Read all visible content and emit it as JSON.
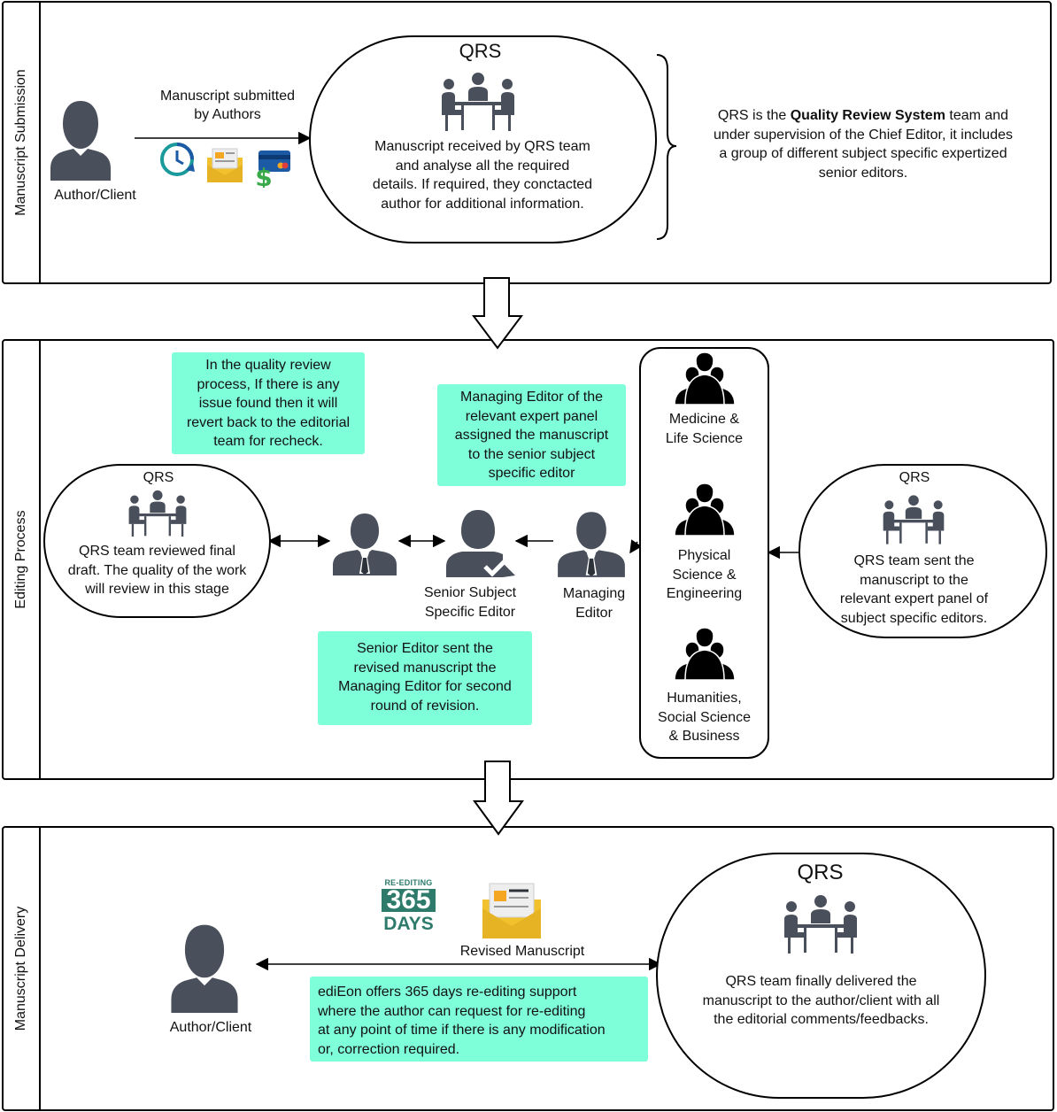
{
  "lanes": {
    "submission": "Manuscript Submission",
    "editing": "Editing Process",
    "delivery": "Manuscript Delivery"
  },
  "submission": {
    "author_label": "Author/Client",
    "arrow_label_1": "Manuscript submitted",
    "arrow_label_2": "by Authors",
    "qrs_title": "QRS",
    "qrs_text": [
      "Manuscript received by QRS team",
      "and analyse all the required",
      "details. If required, they conctacted",
      "author for additional information."
    ],
    "brace_text_pre": "QRS is the ",
    "brace_text_bold": "Quality Review System",
    "brace_text_post": " team and",
    "brace_text_lines": [
      "under supervision of the Chief Editor, it includes",
      "a group of different subject specific expertized",
      "senior editors."
    ]
  },
  "editing": {
    "note_quality": [
      "In the quality review",
      "process, If there is any",
      "issue found then it will",
      "revert back to the editorial",
      "team for recheck."
    ],
    "note_managing": [
      "Managing Editor of the",
      "relevant expert panel",
      "assigned the manuscript",
      "to the senior subject",
      "specific editor"
    ],
    "note_senior": [
      "Senior Editor sent the",
      "revised manuscript the",
      "Managing Editor for second",
      "round of revision."
    ],
    "qrs_left_title": "QRS",
    "qrs_left_text": [
      "QRS team reviewed final",
      "draft. The quality of the work",
      "will review in this stage"
    ],
    "senior_label": [
      "Senior Subject",
      "Specific Editor"
    ],
    "managing_label": [
      "Managing",
      "Editor"
    ],
    "panels": [
      {
        "lines": [
          "Medicine &",
          "Life Science"
        ]
      },
      {
        "lines": [
          "Physical",
          "Science &",
          "Engineering"
        ]
      },
      {
        "lines": [
          "Humanities,",
          "Social Science",
          "& Business"
        ]
      }
    ],
    "qrs_right_title": "QRS",
    "qrs_right_text": [
      "QRS team sent the",
      "manuscript to the",
      "relevant expert panel of",
      "subject specific editors."
    ]
  },
  "delivery": {
    "badge_top": "RE-EDITING",
    "badge_number": "365",
    "badge_bottom": "DAYS",
    "revised_label": "Revised Manuscript",
    "author_label": "Author/Client",
    "note": [
      "ediEon offers 365 days re-editing support",
      "where the author can request for re-editing",
      "at any point of time if there is any modification",
      "or, correction required."
    ],
    "qrs_title": "QRS",
    "qrs_text": [
      "QRS team finally delivered the",
      "manuscript to the author/client with all",
      "the editorial comments/feedbacks."
    ]
  },
  "colors": {
    "note_fill": "#7fffd9",
    "person_fill": "#4a4f5c",
    "badge_green": "#2e7b6c",
    "envelope_yellow": "#f2c22e",
    "clock_teal": "#1a9a9a",
    "clock_blue": "#1d5aa6",
    "dollar_green": "#3aa94a"
  }
}
